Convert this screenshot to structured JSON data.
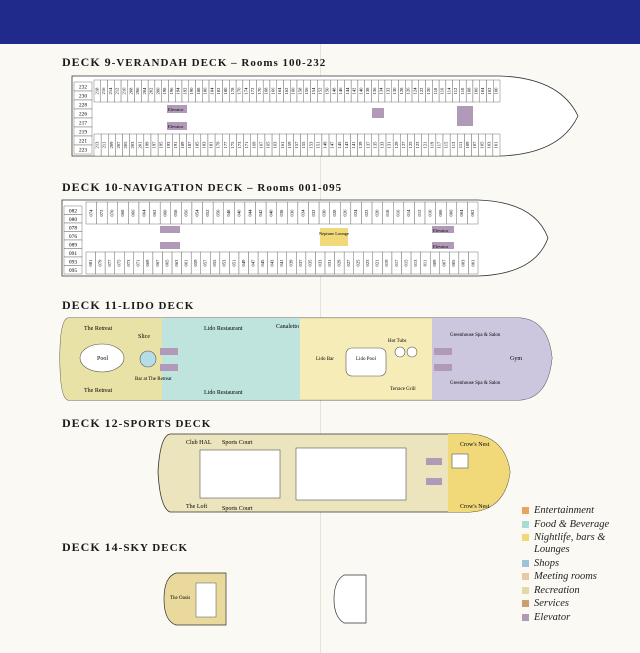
{
  "decks": [
    {
      "id": "deck9",
      "number": "DECK 9",
      "name": "-VERANDAH DECK",
      "rooms": " – Rooms 100-232",
      "labels": {
        "elevator_fwd": "Elevator",
        "elevator_aft": "Elevator"
      },
      "aft_cabins": [
        "232",
        "230",
        "228",
        "226",
        "217",
        "219",
        "221",
        "223"
      ],
      "top_cabins": [
        "218",
        "216",
        "214",
        "212",
        "210",
        "208",
        "206",
        "204",
        "202",
        "200",
        "198",
        "196",
        "194",
        "192",
        "190",
        "188",
        "186",
        "184",
        "182",
        "180",
        "178",
        "176",
        "174",
        "172",
        "170",
        "168",
        "166",
        "164",
        "162",
        "160",
        "158",
        "156",
        "154",
        "152",
        "150",
        "148",
        "146",
        "144",
        "142",
        "140",
        "138",
        "136",
        "134",
        "132",
        "130",
        "128",
        "126",
        "124",
        "122",
        "120",
        "118",
        "116",
        "114",
        "112",
        "110",
        "108",
        "106",
        "104",
        "102",
        "100"
      ],
      "bottom_cabins": [
        "213",
        "211",
        "209",
        "207",
        "205",
        "203",
        "201",
        "199",
        "197",
        "195",
        "193",
        "191",
        "189",
        "187",
        "185",
        "183",
        "181",
        "179",
        "177",
        "175",
        "173",
        "171",
        "169",
        "167",
        "165",
        "163",
        "161",
        "159",
        "157",
        "155",
        "153",
        "151",
        "149",
        "147",
        "145",
        "143",
        "141",
        "139",
        "137",
        "135",
        "133",
        "131",
        "129",
        "127",
        "125",
        "123",
        "121",
        "119",
        "117",
        "115",
        "113",
        "111",
        "109",
        "107",
        "105",
        "103",
        "101"
      ]
    },
    {
      "id": "deck10",
      "number": "DECK 10",
      "name": "-NAVIGATION DECK",
      "rooms": " – Rooms 001-095",
      "labels": {
        "neptune": "Neptune Lounge",
        "elevator_fwd": "Elevator",
        "elevator_aft": "Elevator"
      },
      "aft_cabins": [
        "082",
        "080",
        "078",
        "076",
        "089",
        "091",
        "093",
        "095"
      ],
      "top_cabins": [
        "074",
        "072",
        "070",
        "068",
        "066",
        "064",
        "062",
        "060",
        "058",
        "056",
        "054",
        "052",
        "050",
        "048",
        "046",
        "044",
        "042",
        "040",
        "038",
        "036",
        "034",
        "032",
        "030",
        "028",
        "026",
        "024",
        "022",
        "020",
        "018",
        "016",
        "014",
        "012",
        "010",
        "008",
        "006",
        "004",
        "002"
      ],
      "bottom_cabins": [
        "081",
        "079",
        "077",
        "075",
        "073",
        "071",
        "069",
        "067",
        "065",
        "063",
        "061",
        "059",
        "057",
        "055",
        "053",
        "051",
        "049",
        "047",
        "045",
        "043",
        "041",
        "039",
        "037",
        "035",
        "033",
        "031",
        "029",
        "027",
        "025",
        "023",
        "021",
        "019",
        "017",
        "015",
        "013",
        "011",
        "009",
        "007",
        "005",
        "003",
        "001"
      ]
    },
    {
      "id": "deck11",
      "number": "DECK 11",
      "name": "-LIDO DECK",
      "rooms": "",
      "labels": {
        "retreat_top": "The Retreat",
        "retreat_bottom": "The Retreat",
        "pool": "Pool",
        "slice": "Slice",
        "bar_retreat": "Bar at The Retreat",
        "lido_restaurant_top": "Lido Restaurant",
        "lido_restaurant_bottom": "Lido Restaurant",
        "canaletto": "Canaletto",
        "lido_bar": "Lido Bar",
        "lido_pool": "Lido Pool",
        "hot_tubs": "Hot Tubs",
        "terrace_grill": "Terrace Grill",
        "greenhouse_top": "Greenhouse Spa & Salon",
        "greenhouse_bottom": "Greenhouse Spa & Salon",
        "gym": "Gym"
      }
    },
    {
      "id": "deck12",
      "number": "DECK 12",
      "name": "-SPORTS DECK",
      "rooms": "",
      "labels": {
        "club_hal": "Club HAL",
        "sports_court_top": "Sports Court",
        "sports_court_bottom": "Sports Court",
        "the_loft": "The Loft",
        "crows_nest_top": "Crow's Nest",
        "crows_nest_bottom": "Crow's Nest"
      }
    },
    {
      "id": "deck14",
      "number": "DECK 14",
      "name": "-SKY DECK",
      "rooms": "",
      "labels": {
        "the_oasis": "The Oasis"
      }
    }
  ],
  "legend": [
    {
      "label": "Entertainment",
      "color": "#e8a35e"
    },
    {
      "label": "Food & Beverage",
      "color": "#a9dcd6"
    },
    {
      "label": "Nightlife, bars & Lounges",
      "color": "#f1d97a"
    },
    {
      "label": "Shops",
      "color": "#9fc2dc"
    },
    {
      "label": "Meeting rooms",
      "color": "#e8c9a3"
    },
    {
      "label": "Recreation",
      "color": "#e2d9a8"
    },
    {
      "label": "Services",
      "color": "#c9a069"
    },
    {
      "label": "Elevator",
      "color": "#b09ab8"
    }
  ]
}
